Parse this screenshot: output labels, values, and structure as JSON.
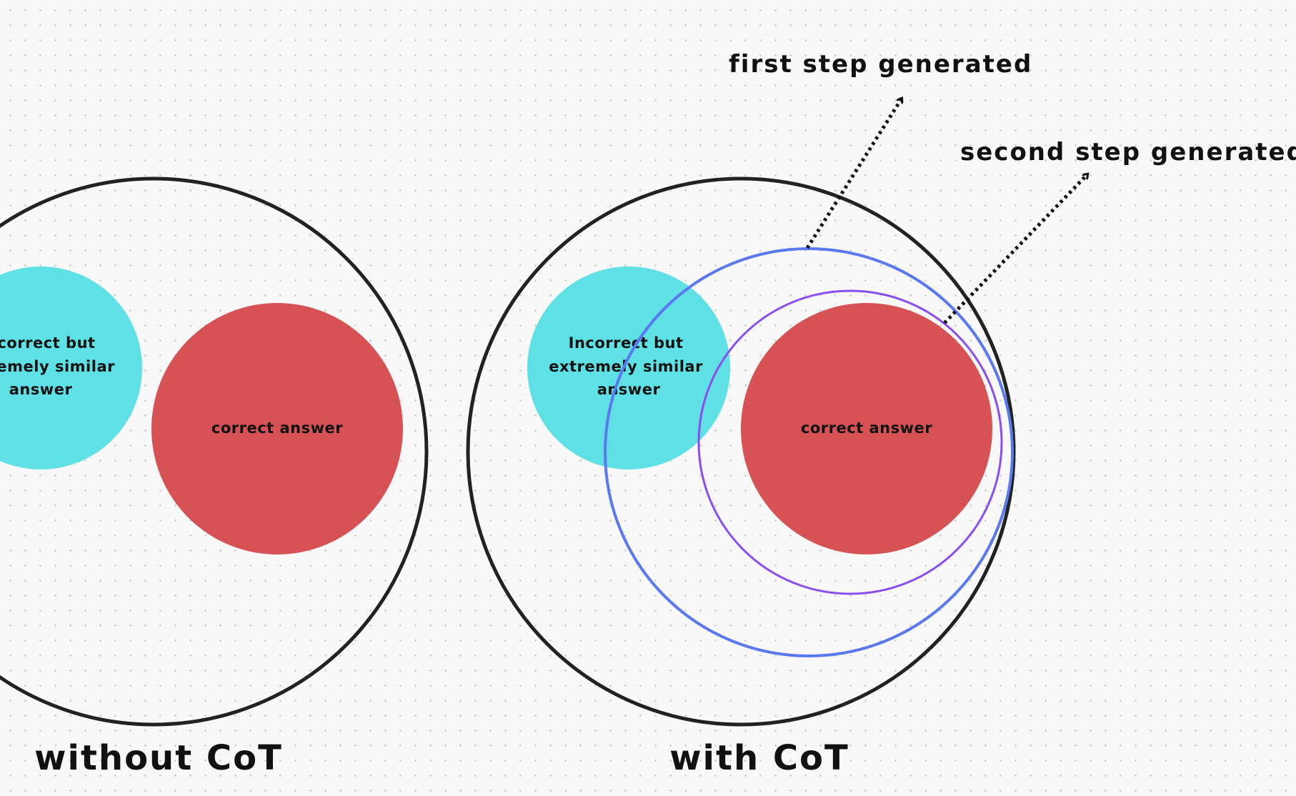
{
  "colors": {
    "outline": "#222222",
    "incorrect_fill": "#5ee0e5",
    "correct_fill": "#d65254",
    "first_step_ring": "#5a78f0",
    "second_step_ring": "#8a4ef0",
    "arrow": "#111111"
  },
  "without_cot": {
    "caption": "without CoT",
    "incorrect_label_lines": [
      "Incorrect but",
      "extremely similar",
      "answer"
    ],
    "correct_label": "correct answer"
  },
  "with_cot": {
    "caption": "with CoT",
    "incorrect_label_lines": [
      "Incorrect but",
      "extremely similar",
      "answer"
    ],
    "correct_label": "correct answer",
    "first_step_label": "first step generated",
    "second_step_label": "second step generated"
  }
}
